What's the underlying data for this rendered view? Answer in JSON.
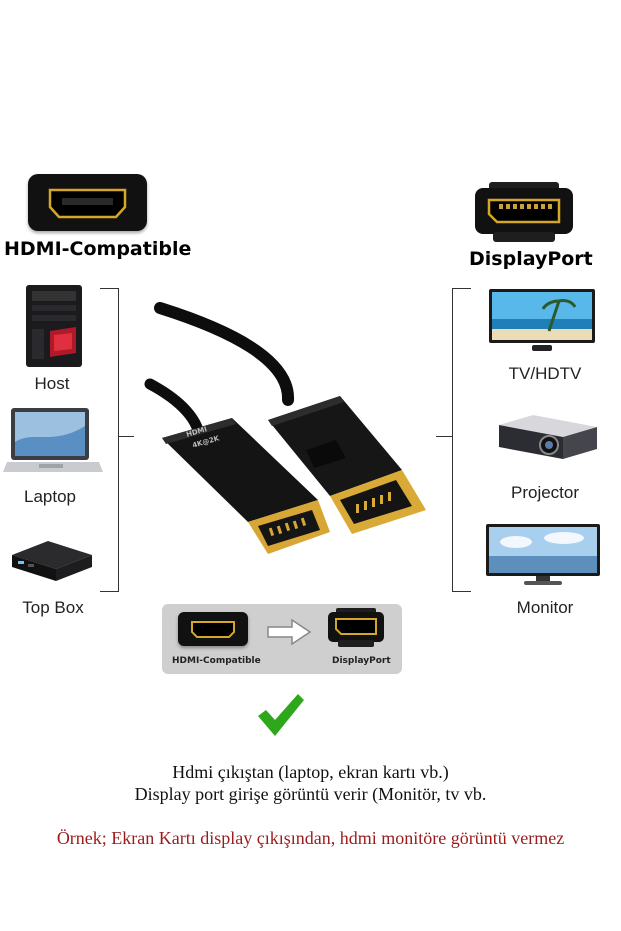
{
  "left": {
    "heading": "HDMI-Compatible",
    "devices": [
      {
        "label": "Host",
        "icon": "pc-tower-icon"
      },
      {
        "label": "Laptop",
        "icon": "laptop-icon"
      },
      {
        "label": "Top Box",
        "icon": "set-top-box-icon"
      }
    ]
  },
  "right": {
    "heading": "DisplayPort",
    "devices": [
      {
        "label": "TV/HDTV",
        "icon": "tv-icon"
      },
      {
        "label": "Projector",
        "icon": "projector-icon"
      },
      {
        "label": "Monitor",
        "icon": "monitor-icon"
      }
    ]
  },
  "cable": {
    "hdmi_text": "HDMI",
    "hdmi_res": "4K@2K"
  },
  "diagram": {
    "left_label": "HDMI-Compatible",
    "right_label": "DisplayPort",
    "arrow_icon": "arrow-right-icon",
    "check_icon": "checkmark-icon",
    "check_color": "#2ea81a"
  },
  "captions": {
    "line1": "Hdmi çıkıştan (laptop, ekran kartı vb.)",
    "line2": "Display port girişe görüntü verir (Monitör, tv vb.",
    "note": "Örnek; Ekran Kartı display çıkışından, hdmi monitöre görüntü vermez",
    "note_color": "#9b1b1b"
  }
}
